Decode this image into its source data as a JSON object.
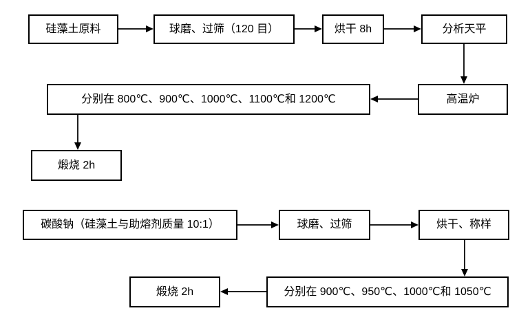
{
  "colors": {
    "background": "#ffffff",
    "box_border": "#000000",
    "text": "#000000",
    "connector_line": "#1f1f1f"
  },
  "flow1": {
    "nodes": {
      "raw_material": "硅藻土原料",
      "ball_mill_sieve": "球磨、过筛（120 目）",
      "dry": "烘干 8h",
      "analytical_balance": "分析天平",
      "high_temp_furnace": "高温炉",
      "calcination_temps": "分别在 800℃、900℃、1000℃、1100℃和 1200℃",
      "calcine": "煅烧 2h"
    },
    "connections": [
      "raw_material → ball_mill_sieve",
      "ball_mill_sieve → dry",
      "dry → analytical_balance",
      "analytical_balance → high_temp_furnace",
      "high_temp_furnace → calcination_temps",
      "calcination_temps → calcine"
    ]
  },
  "flow2": {
    "nodes": {
      "sodium_carbonate": "碳酸钠（硅藻土与助熔剂质量 10:1）",
      "ball_mill_sieve": "球磨、过筛",
      "dry_weigh": "烘干、称样",
      "calcination_temps": "分别在 900℃、950℃、1000℃和 1050℃",
      "calcine": "煅烧 2h"
    },
    "connections": [
      "sodium_carbonate → ball_mill_sieve",
      "ball_mill_sieve → dry_weigh",
      "dry_weigh → calcination_temps",
      "calcination_temps → calcine"
    ]
  }
}
